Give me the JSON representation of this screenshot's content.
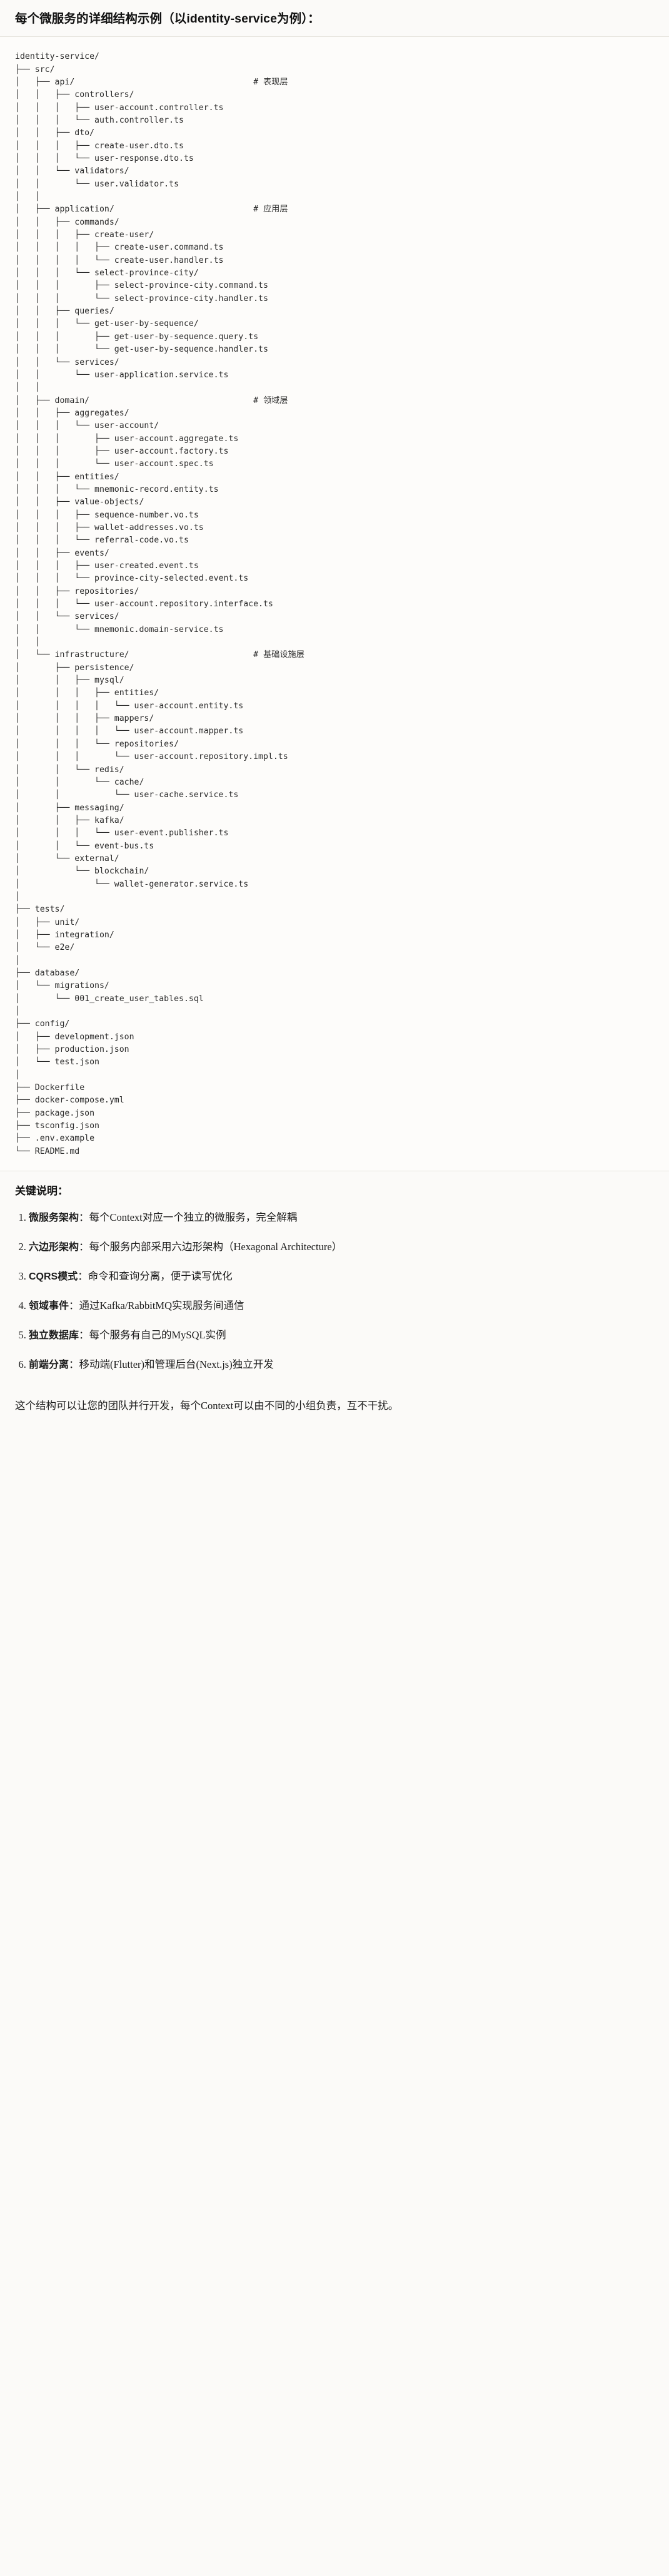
{
  "header": {
    "title": "每个微服务的详细结构示例（以identity-service为例）："
  },
  "tree": {
    "root": "identity-service/",
    "lines": [
      "identity-service/",
      "├── src/",
      "│   ├── api/                                    # 表现层",
      "│   │   ├── controllers/",
      "│   │   │   ├── user-account.controller.ts",
      "│   │   │   └── auth.controller.ts",
      "│   │   ├── dto/",
      "│   │   │   ├── create-user.dto.ts",
      "│   │   │   └── user-response.dto.ts",
      "│   │   └── validators/",
      "│   │       └── user.validator.ts",
      "│   │",
      "│   ├── application/                            # 应用层",
      "│   │   ├── commands/",
      "│   │   │   ├── create-user/",
      "│   │   │   │   ├── create-user.command.ts",
      "│   │   │   │   └── create-user.handler.ts",
      "│   │   │   └── select-province-city/",
      "│   │   │       ├── select-province-city.command.ts",
      "│   │   │       └── select-province-city.handler.ts",
      "│   │   ├── queries/",
      "│   │   │   └── get-user-by-sequence/",
      "│   │   │       ├── get-user-by-sequence.query.ts",
      "│   │   │       └── get-user-by-sequence.handler.ts",
      "│   │   └── services/",
      "│   │       └── user-application.service.ts",
      "│   │",
      "│   ├── domain/                                 # 领域层",
      "│   │   ├── aggregates/",
      "│   │   │   └── user-account/",
      "│   │   │       ├── user-account.aggregate.ts",
      "│   │   │       ├── user-account.factory.ts",
      "│   │   │       └── user-account.spec.ts",
      "│   │   ├── entities/",
      "│   │   │   └── mnemonic-record.entity.ts",
      "│   │   ├── value-objects/",
      "│   │   │   ├── sequence-number.vo.ts",
      "│   │   │   ├── wallet-addresses.vo.ts",
      "│   │   │   └── referral-code.vo.ts",
      "│   │   ├── events/",
      "│   │   │   ├── user-created.event.ts",
      "│   │   │   └── province-city-selected.event.ts",
      "│   │   ├── repositories/",
      "│   │   │   └── user-account.repository.interface.ts",
      "│   │   └── services/",
      "│   │       └── mnemonic.domain-service.ts",
      "│   │",
      "│   └── infrastructure/                         # 基础设施层",
      "│       ├── persistence/",
      "│       │   ├── mysql/",
      "│       │   │   ├── entities/",
      "│       │   │   │   └── user-account.entity.ts",
      "│       │   │   ├── mappers/",
      "│       │   │   │   └── user-account.mapper.ts",
      "│       │   │   └── repositories/",
      "│       │   │       └── user-account.repository.impl.ts",
      "│       │   └── redis/",
      "│       │       └── cache/",
      "│       │           └── user-cache.service.ts",
      "│       ├── messaging/",
      "│       │   ├── kafka/",
      "│       │   │   └── user-event.publisher.ts",
      "│       │   └── event-bus.ts",
      "│       └── external/",
      "│           └── blockchain/",
      "│               └── wallet-generator.service.ts",
      "│",
      "├── tests/",
      "│   ├── unit/",
      "│   ├── integration/",
      "│   └── e2e/",
      "│",
      "├── database/",
      "│   └── migrations/",
      "│       └── 001_create_user_tables.sql",
      "│",
      "├── config/",
      "│   ├── development.json",
      "│   ├── production.json",
      "│   └── test.json",
      "│",
      "├── Dockerfile",
      "├── docker-compose.yml",
      "├── package.json",
      "├── tsconfig.json",
      "├── .env.example",
      "└── README.md"
    ],
    "comments": [
      {
        "target": "api/",
        "text": "# 表现层"
      },
      {
        "target": "application/",
        "text": "# 应用层"
      },
      {
        "target": "domain/",
        "text": "# 领域层"
      },
      {
        "target": "infrastructure/",
        "text": "# 基础设施层"
      }
    ]
  },
  "keypoints": {
    "title": "关键说明：",
    "items": [
      {
        "term": "微服务架构",
        "sep": "：",
        "desc": "每个Context对应一个独立的微服务，完全解耦"
      },
      {
        "term": "六边形架构",
        "sep": "：",
        "desc": "每个服务内部采用六边形架构（Hexagonal Architecture）"
      },
      {
        "term": "CQRS模式",
        "sep": "：",
        "desc": "命令和查询分离，便于读写优化"
      },
      {
        "term": "领域事件",
        "sep": "：",
        "desc": "通过Kafka/RabbitMQ实现服务间通信"
      },
      {
        "term": "独立数据库",
        "sep": "：",
        "desc": "每个服务有自己的MySQL实例"
      },
      {
        "term": "前端分离",
        "sep": "：",
        "desc": "移动端(Flutter)和管理后台(Next.js)独立开发"
      }
    ]
  },
  "closing": {
    "text": "这个结构可以让您的团队并行开发，每个Context可以由不同的小组负责，互不干扰。"
  }
}
